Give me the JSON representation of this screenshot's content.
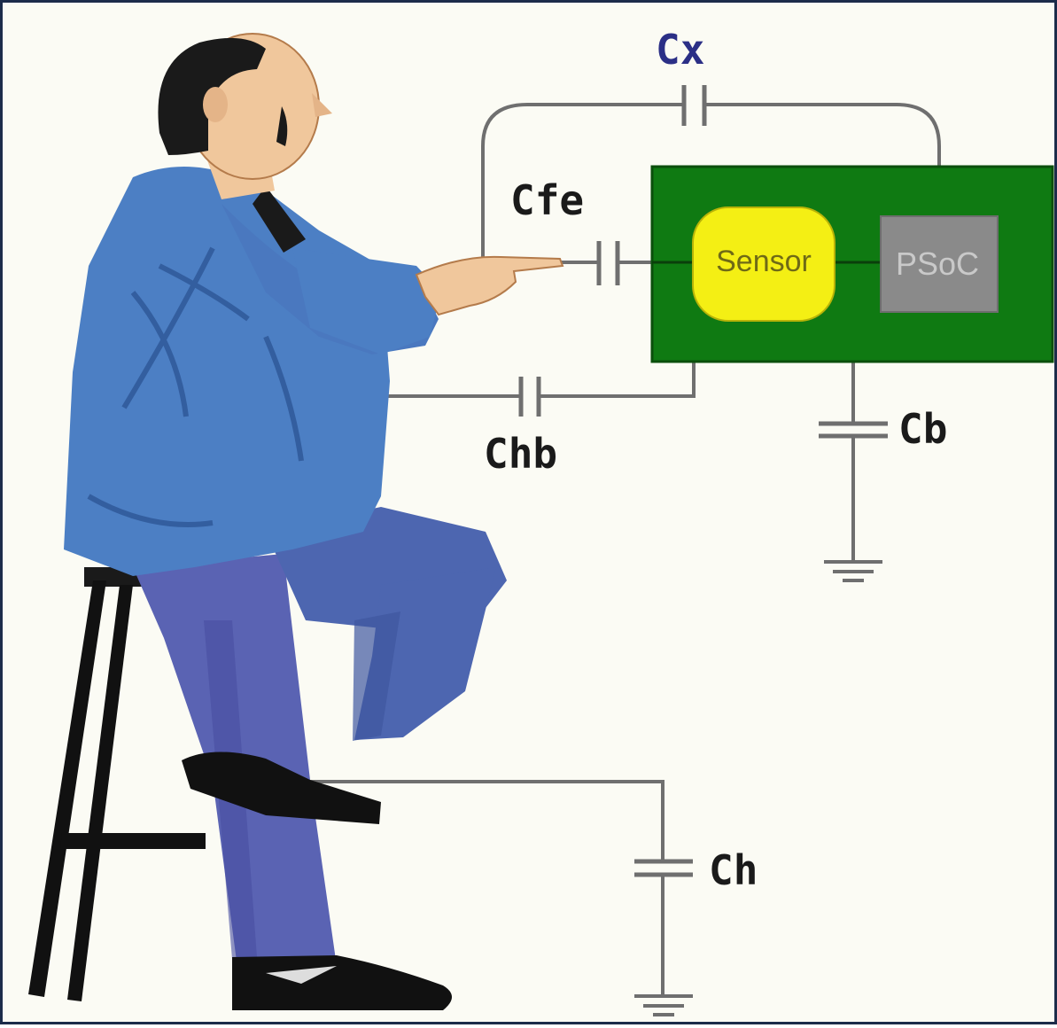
{
  "labels": {
    "cx": "Cx",
    "cfe": "Cfe",
    "chb": "Chb",
    "cb": "Cb",
    "ch": "Ch",
    "sensor": "Sensor",
    "psoc": "PSoC"
  },
  "colors": {
    "board": "#0f7a12",
    "sensor": "#f4ef14",
    "psoc": "#8a8a8a",
    "jacket": "#4c7fc4",
    "trousers": "#5a63b3",
    "wire": "#6f6f6f",
    "cx_label": "#2b2f86",
    "label": "#1a1a1a",
    "frame": "#1c2c4a"
  },
  "icons": {
    "ground": "ground-symbol-icon",
    "capacitor": "capacitor-symbol-icon"
  }
}
